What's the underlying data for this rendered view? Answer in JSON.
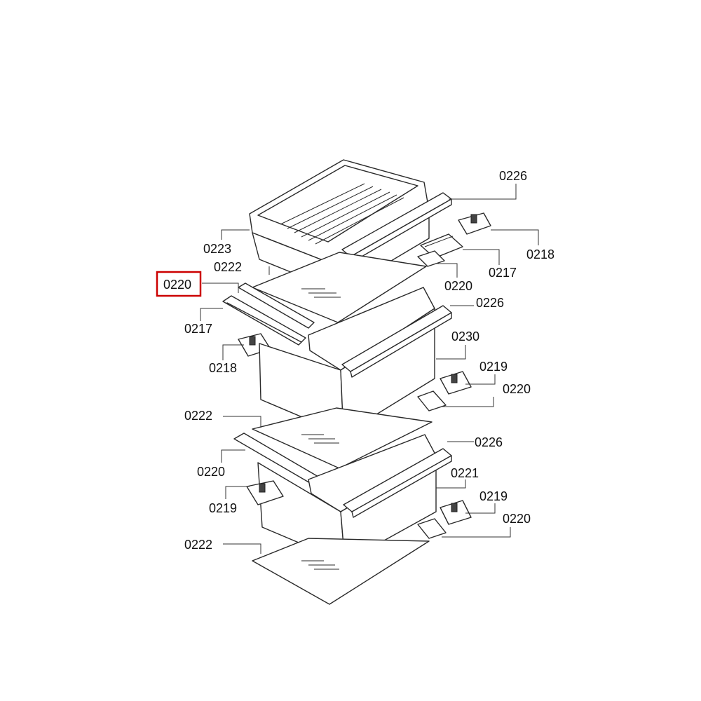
{
  "diagram": {
    "highlight_color": "#cc0000",
    "highlighted_label": "0220",
    "labels": [
      {
        "id": "lbl-0226-top",
        "text": "0226"
      },
      {
        "id": "lbl-0223",
        "text": "0223"
      },
      {
        "id": "lbl-0218-right",
        "text": "0218"
      },
      {
        "id": "lbl-0217-right",
        "text": "0217"
      },
      {
        "id": "lbl-0222-top",
        "text": "0222"
      },
      {
        "id": "lbl-0220-highlight",
        "text": "0220"
      },
      {
        "id": "lbl-0220-right-top",
        "text": "0220"
      },
      {
        "id": "lbl-0226-mid",
        "text": "0226"
      },
      {
        "id": "lbl-0217-left",
        "text": "0217"
      },
      {
        "id": "lbl-0230",
        "text": "0230"
      },
      {
        "id": "lbl-0218-left",
        "text": "0218"
      },
      {
        "id": "lbl-0219-right-mid",
        "text": "0219"
      },
      {
        "id": "lbl-0220-right-mid",
        "text": "0220"
      },
      {
        "id": "lbl-0222-mid",
        "text": "0222"
      },
      {
        "id": "lbl-0226-bottom",
        "text": "0226"
      },
      {
        "id": "lbl-0220-left-low",
        "text": "0220"
      },
      {
        "id": "lbl-0221",
        "text": "0221"
      },
      {
        "id": "lbl-0219-left",
        "text": "0219"
      },
      {
        "id": "lbl-0219-right-low",
        "text": "0219"
      },
      {
        "id": "lbl-0220-right-low",
        "text": "0220"
      },
      {
        "id": "lbl-0222-bottom",
        "text": "0222"
      }
    ]
  }
}
